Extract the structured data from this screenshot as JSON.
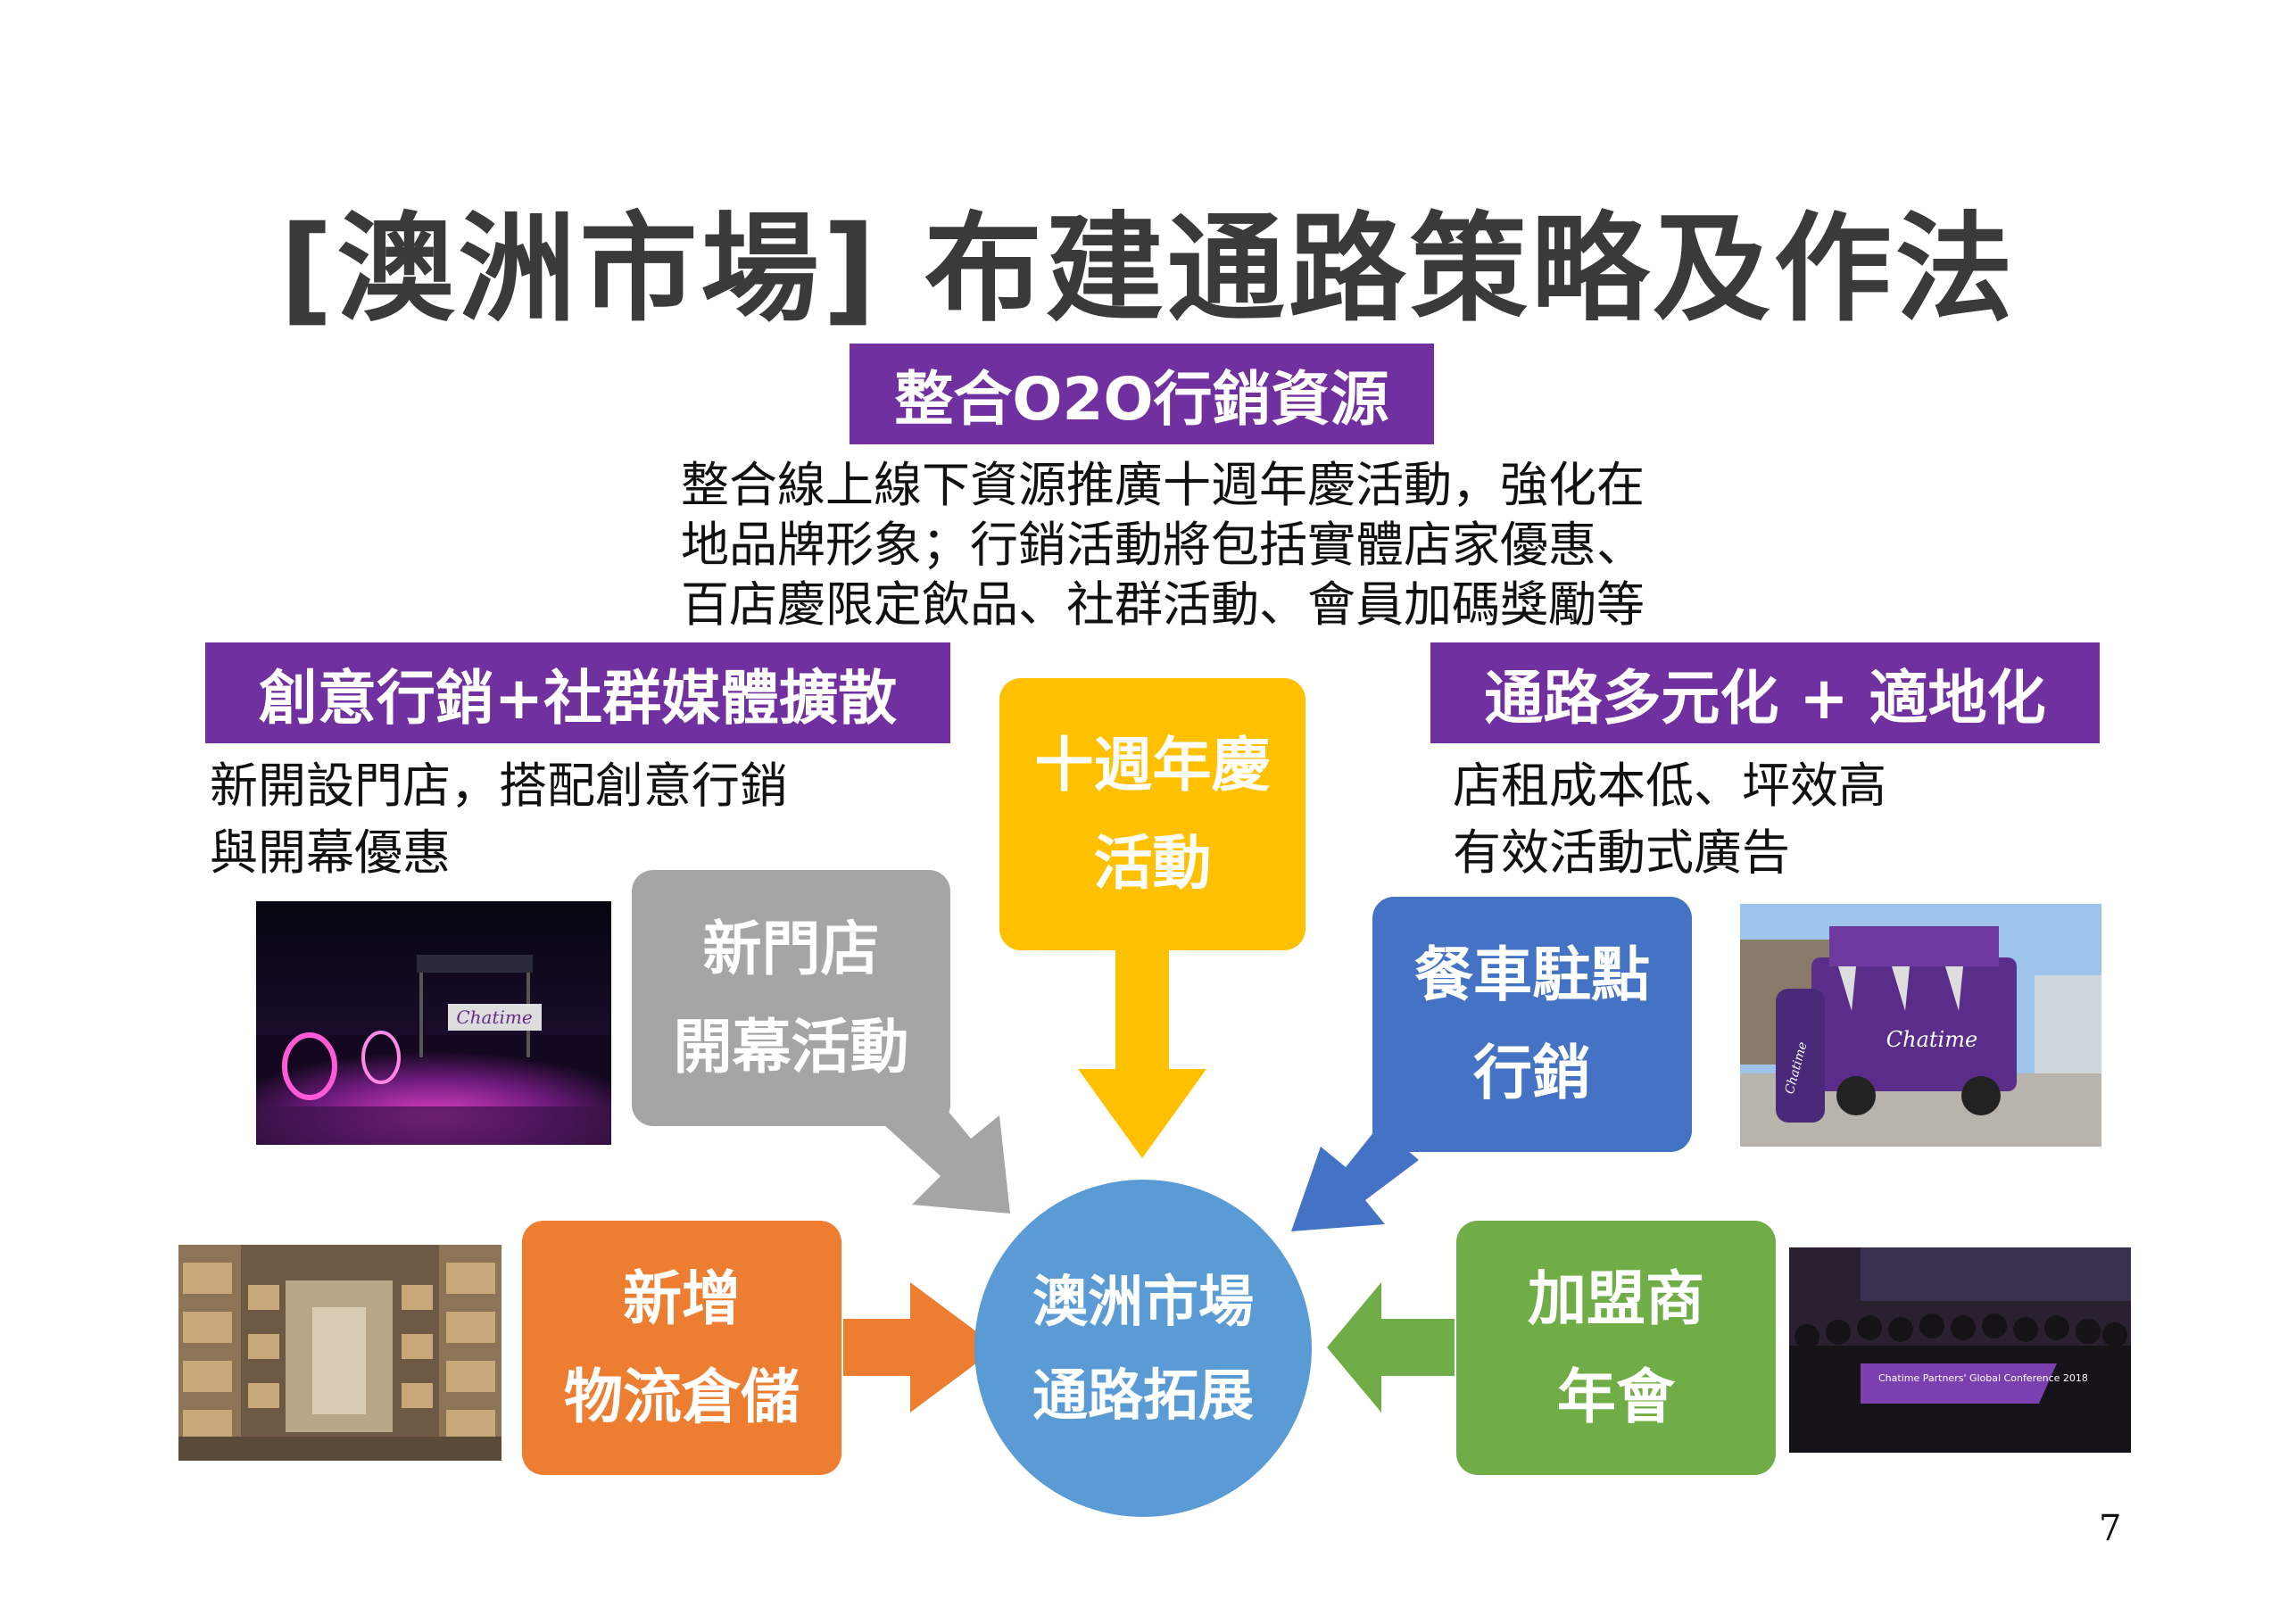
{
  "page": {
    "title": "[澳洲市場] 布建通路策略及作法",
    "page_number": "7"
  },
  "sections": {
    "o2o": {
      "heading": "整合O2O行銷資源",
      "lines": [
        "整合線上線下資源推廣十週年慶活動，強化在",
        "地品牌形象；行銷活動將包括實體店家優惠、",
        "百店慶限定飲品、社群活動、會員加碼獎勵等"
      ]
    },
    "creative": {
      "heading": "創意行銷+社群媒體擴散",
      "lines": [
        "新開設門店，搭配創意行銷",
        "與開幕優惠"
      ]
    },
    "channel": {
      "heading": "通路多元化 + 適地化",
      "lines": [
        "店租成本低、坪效高",
        "有效活動式廣告"
      ]
    }
  },
  "diagram": {
    "center": {
      "lines": [
        "澳洲市場",
        "通路拓展"
      ]
    },
    "boxes": {
      "anniversary": {
        "lines": [
          "十週年慶",
          "活動"
        ],
        "color": "#ffc000"
      },
      "new_store": {
        "lines": [
          "新門店",
          "開幕活動"
        ],
        "color": "#a5a5a5"
      },
      "food_truck": {
        "lines": [
          "餐車駐點",
          "行銷"
        ],
        "color": "#4472c4"
      },
      "logistics": {
        "lines": [
          "新增",
          "物流倉儲"
        ],
        "color": "#ed7d31"
      },
      "franchise": {
        "lines": [
          "加盟商",
          "年會"
        ],
        "color": "#70ad47"
      }
    }
  },
  "photos": {
    "opening_night": {
      "sign_text": "Chatime"
    },
    "food_truck": {
      "sign_text": "Chatime",
      "cup_text": "Chatime"
    },
    "conference": {
      "banner_title": "Chatime Partners' Global Conference 2018"
    }
  },
  "colors": {
    "accent": "#7030a0",
    "title": "#3a3a3a",
    "center": "#5b9bd5"
  }
}
